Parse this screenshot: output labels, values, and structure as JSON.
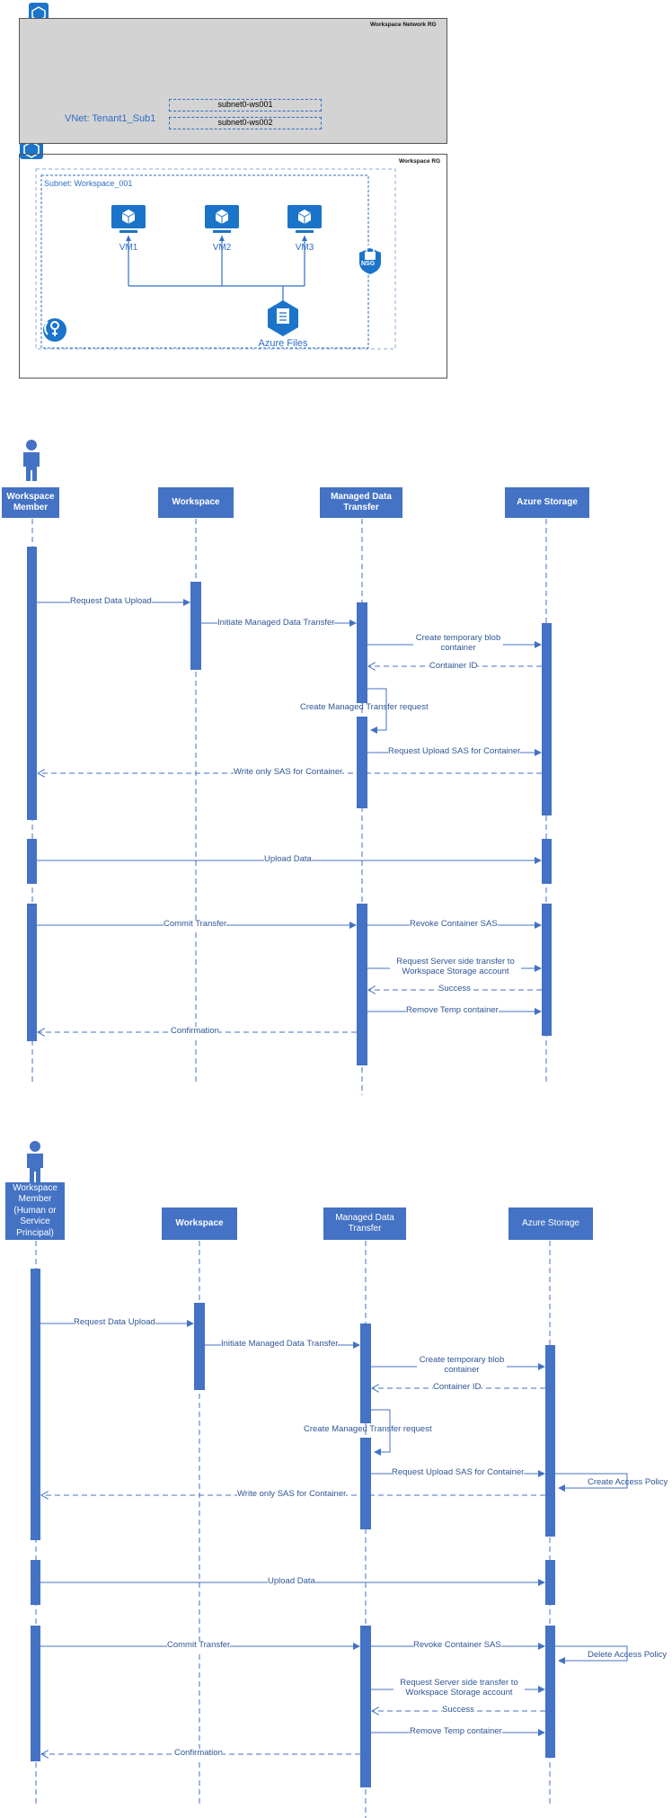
{
  "network_diagram": {
    "network_rg_label": "Workspace Network RG",
    "vnet_label": "VNet: Tenant1_Sub1",
    "subnets": [
      "subnet0-ws001",
      "subnet0-ws002"
    ],
    "workspace_rg_label": "Workspace RG",
    "workspace_subnet_label": "Subnet: Workspace_001",
    "vms": [
      "VM1",
      "VM2",
      "VM3"
    ],
    "nsg_label": "NSG",
    "files_label": "Azure Files"
  },
  "sequence1": {
    "actors": [
      "Workspace Member",
      "Workspace",
      "Managed Data Transfer",
      "Azure Storage"
    ],
    "messages": [
      "Request Data Upload",
      "Initiate Managed Data Transfer",
      "Create temporary blob container",
      "Container ID",
      "Create Managed Transfer request",
      "Request Upload SAS for Container",
      "Write only SAS for Container",
      "Upload Data",
      "Commit Transfer",
      "Revoke Container SAS",
      "Request Server side transfer to Workspace Storage account",
      "Success",
      "Remove Temp container",
      "Confirmation"
    ]
  },
  "sequence2": {
    "actors": [
      "Workspace Member (Human or Service Principal)",
      "Workspace",
      "Managed Data Transfer",
      "Azure Storage"
    ],
    "messages": [
      "Request Data Upload",
      "Initiate Managed Data Transfer",
      "Create temporary blob container",
      "Container ID",
      "Create Managed Transfer request",
      "Request Upload SAS for Container",
      "Create Access Policy",
      "Write only SAS for Container",
      "Upload Data",
      "Commit Transfer",
      "Revoke Container SAS",
      "Delete Access Policy",
      "Request Server side transfer to Workspace Storage account",
      "Success",
      "Remove Temp container",
      "Confirmation"
    ]
  },
  "colors": {
    "accent": "#4472c4",
    "azure_blue": "#1b74c9",
    "box_fill": "#d3d3d3"
  }
}
